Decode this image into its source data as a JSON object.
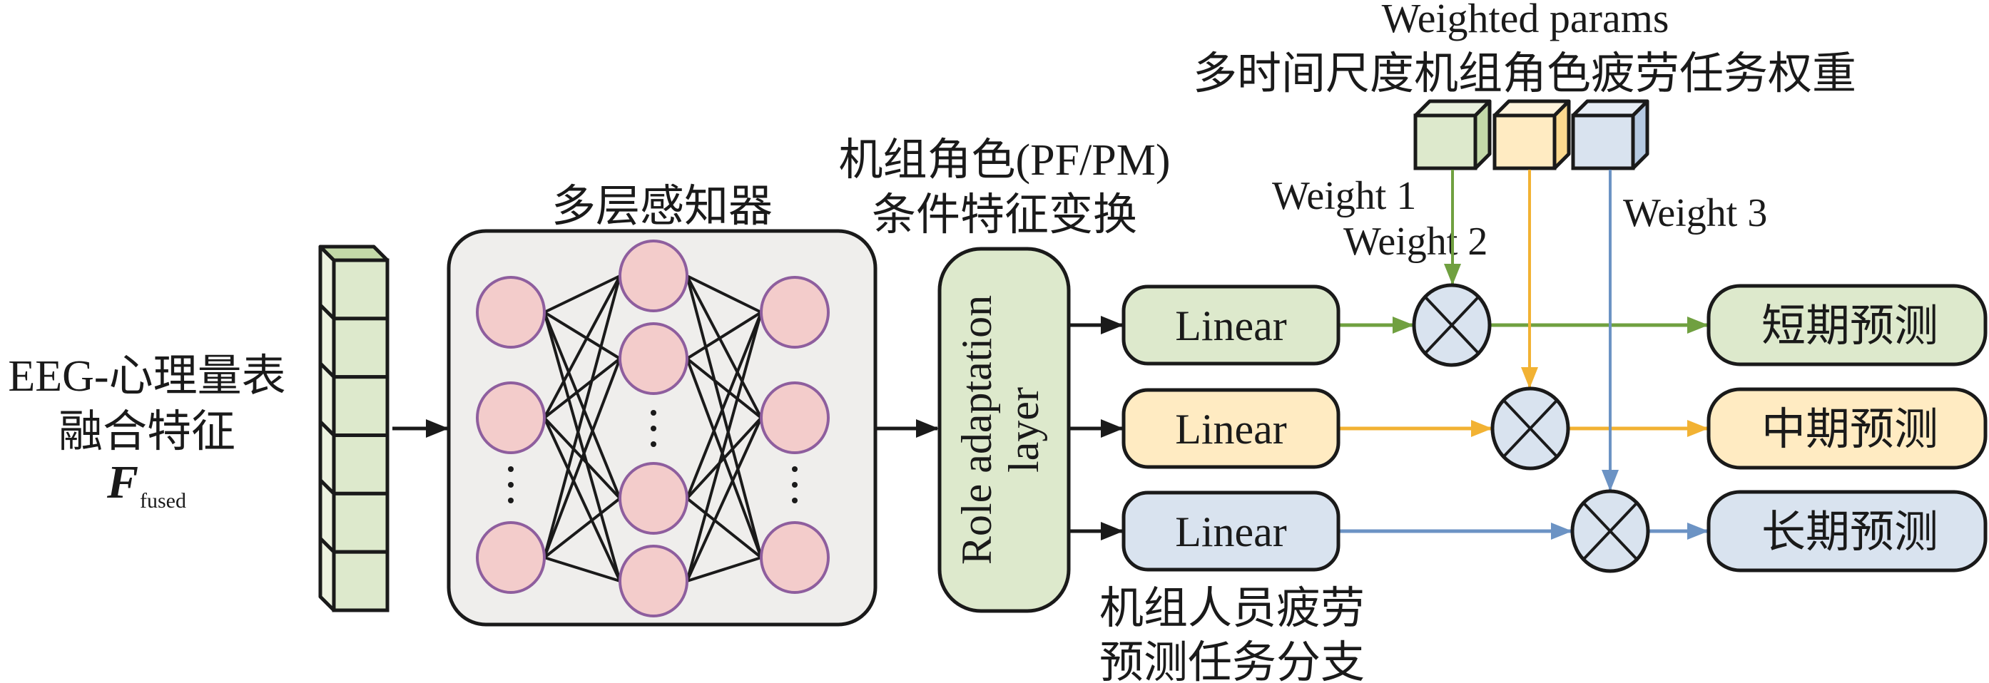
{
  "colors": {
    "stroke": "#1a1a1a",
    "green_fill": "#DDE9CC",
    "green_side": "#C3D9A8",
    "green_top": "#E9F1DE",
    "orange_fill": "#FFEBC2",
    "orange_side": "#FCD98E",
    "orange_top": "#FFF3DC",
    "blue_fill": "#D9E3EF",
    "blue_side": "#B5C9E2",
    "blue_top": "#E7EDF5",
    "green_line": "#70A040",
    "orange_line": "#F2B233",
    "blue_line": "#6C93C4",
    "mlp_bg": "#EFEEEC",
    "neuron_fill": "#F3CCCB",
    "neuron_stroke": "#8E5E9E",
    "column_fill": "#DDE9CC",
    "column_side": "#EDF2E0",
    "column_top": "#C3D9A8",
    "multiplier_fill": "#D9E3EF"
  },
  "input": {
    "label_line1": "EEG-心理量表",
    "label_line2": "融合特征",
    "symbol": "F",
    "symbol_subscript": "fused",
    "cell_count": 6
  },
  "mlp": {
    "title": "多层感知器",
    "layers": [
      {
        "name": "input-layer",
        "neurons_shown": 3,
        "ellipsis": true
      },
      {
        "name": "hidden-layer",
        "neurons_shown": 4,
        "ellipsis": true
      },
      {
        "name": "output-layer",
        "neurons_shown": 3,
        "ellipsis": true
      }
    ],
    "ellipsis_glyph": "⋮"
  },
  "role_layer": {
    "caption_line1": "机组角色(PF/PM)",
    "caption_line2": "条件特征变换",
    "label_line1": "Role adaptation",
    "label_line2": "layer"
  },
  "weights": {
    "title_en": "Weighted params",
    "title_cn": "多时间尺度机组角色疲劳任务权重",
    "labels": [
      "Weight 1",
      "Weight 2",
      "Weight 3"
    ]
  },
  "branches": {
    "caption_line1": "机组人员疲劳",
    "caption_line2": "预测任务分支",
    "items": [
      {
        "linear_label": "Linear",
        "output_label": "短期预测",
        "color": "green",
        "multiplier_symbol": "⊗"
      },
      {
        "linear_label": "Linear",
        "output_label": "中期预测",
        "color": "orange",
        "multiplier_symbol": "⊗"
      },
      {
        "linear_label": "Linear",
        "output_label": "长期预测",
        "color": "blue",
        "multiplier_symbol": "⊗"
      }
    ]
  }
}
